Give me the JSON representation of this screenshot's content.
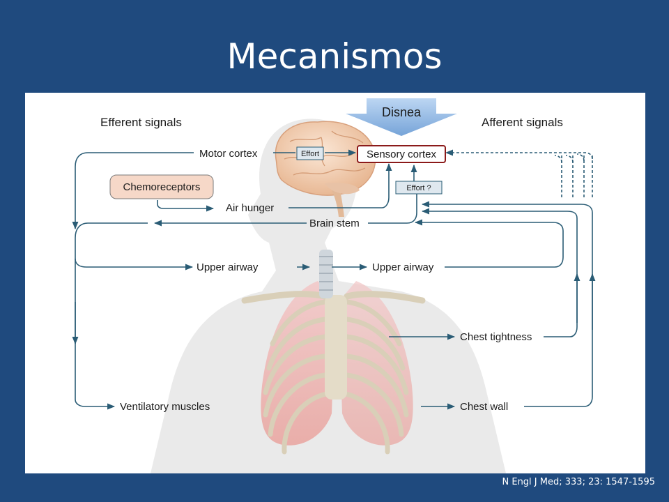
{
  "slide": {
    "title": "Mecanismos",
    "citation": "N Engl J Med; 333; 23: 1547-1595"
  },
  "diagram": {
    "banner": "Disnea",
    "efferent_heading": "Efferent signals",
    "afferent_heading": "Afferent signals",
    "motor_cortex": "Motor cortex",
    "effort_box": "Effort",
    "sensory_cortex": "Sensory cortex",
    "effort_q_box": "Effort ?",
    "chemoreceptors": "Chemoreceptors",
    "air_hunger": "Air hunger",
    "brain_stem": "Brain stem",
    "upper_airway_left": "Upper airway",
    "upper_airway_right": "Upper airway",
    "chest_tightness": "Chest tightness",
    "ventilatory_muscles": "Ventilatory muscles",
    "chest_wall": "Chest wall"
  },
  "colors": {
    "arrow": "#2a5c75",
    "highlight_border": "#8b1a1a",
    "chemo_fill": "#f6d8c8",
    "banner_fill": "#8fb8e6"
  }
}
